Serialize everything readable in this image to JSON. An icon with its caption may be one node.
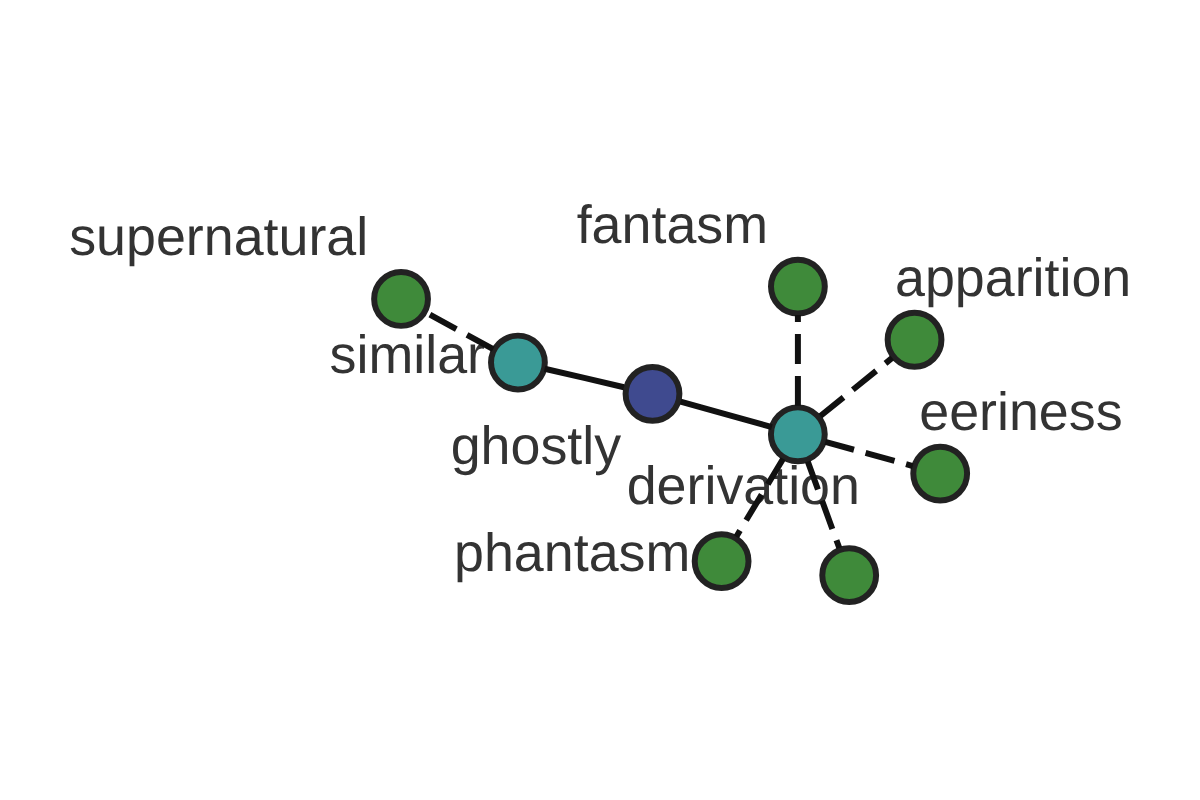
{
  "diagram": {
    "nodes": [
      {
        "text": [
          "ghostly"
        ]
      },
      {
        "text": [
          "derivation"
        ]
      },
      {
        "text": [
          "similar"
        ]
      },
      {
        "text": [
          "supernatural"
        ]
      },
      {
        "text": [
          "apparition"
        ]
      },
      {
        "text": [
          "fantasm"
        ]
      },
      {
        "text": [
          "phantasm"
        ]
      },
      {
        "text": [
          "eeriness"
        ]
      },
      {
        "text": [],
        "shape": "circle"
      }
    ],
    "edges": [
      {
        "from": 0,
        "to": 1,
        "arrow": "none"
      },
      {
        "from": 0,
        "to": 2,
        "arrow": "none"
      },
      {
        "from": 2,
        "to": 3,
        "arrow": "none",
        "style": "dashed"
      },
      {
        "from": 1,
        "to": 4,
        "arrow": "none",
        "style": "dashed"
      },
      {
        "from": 1,
        "to": 5,
        "arrow": "none",
        "style": "dashed"
      },
      {
        "from": 1,
        "to": 6,
        "arrow": "none",
        "style": "dashed"
      },
      {
        "from": 1,
        "to": 7,
        "arrow": "none",
        "style": "dashed"
      },
      {
        "from": 1,
        "to": 8,
        "arrow": "none",
        "style": "dashed"
      }
    ]
  }
}
